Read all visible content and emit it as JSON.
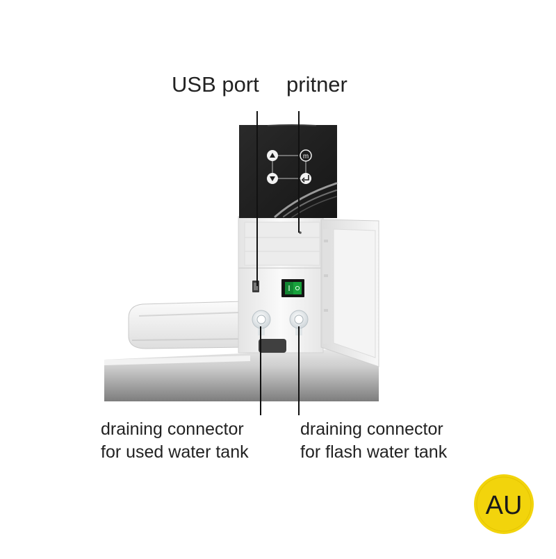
{
  "callouts": {
    "usb_port": "USB port",
    "printer": "pritner",
    "drain_used": [
      "draining connector",
      "for used water tank"
    ],
    "drain_flash": [
      "draining connector",
      "for flash water tank"
    ]
  },
  "panel_icons": [
    "up-arrow-icon",
    "menu-m-icon",
    "down-arrow-icon",
    "enter-icon"
  ],
  "logo": {
    "text": "AU",
    "background": "#f2d40c",
    "text_color": "#1a1a1a"
  },
  "colors": {
    "panel": "#222222",
    "body": "#f3f3f3",
    "switch": "#18a23c",
    "leader": "#111111"
  }
}
